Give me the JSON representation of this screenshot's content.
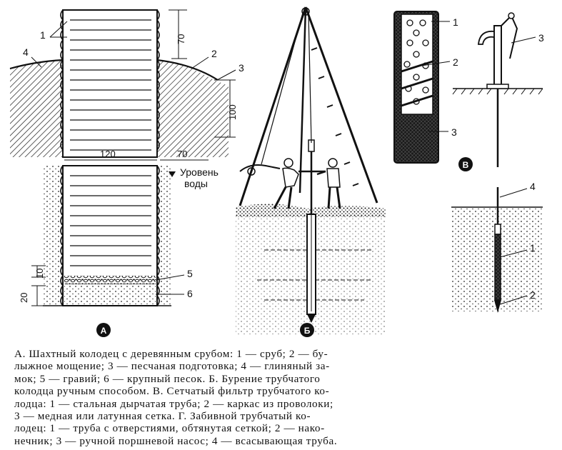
{
  "panels": {
    "a": {
      "letter": "А",
      "labels": [
        "1",
        "2",
        "3",
        "4",
        "5",
        "6"
      ],
      "dims": {
        "top": "70",
        "depth": "100",
        "width": "120",
        "ring": "70",
        "gravel": "10",
        "sand": "20"
      },
      "water": [
        "Уровень",
        "воды"
      ]
    },
    "b": {
      "letter": "Б"
    },
    "v": {
      "letter": "В",
      "labels": [
        "1",
        "2",
        "3"
      ]
    },
    "g": {
      "labels_top": [
        "3"
      ],
      "labels_bottom": [
        "4",
        "1",
        "2"
      ]
    }
  },
  "caption": {
    "lines": [
      "А. Шахтный колодец с деревянным срубом: 1 — сруб; 2 — бу-",
      "лыжное мощение; 3 — песчаная подготовка; 4 — глиняный за-",
      "мок; 5 — гравий; 6 — крупный песок. Б. Бурение трубчатого",
      "колодца ручным способом. В. Сетчатый фильтр трубчатого ко-",
      "лодца: 1 — стальная дырчатая труба; 2 — каркас из проволоки;",
      "3 — медная или латунная сетка. Г. Забивной трубчатый ко-",
      "лодец: 1 — труба с отверстиями, обтянутая сеткой; 2 — нако-",
      "нечник; 3 — ручной поршневой насос; 4 — всасывающая труба."
    ]
  },
  "colors": {
    "ink": "#111111",
    "paper": "#ffffff"
  }
}
